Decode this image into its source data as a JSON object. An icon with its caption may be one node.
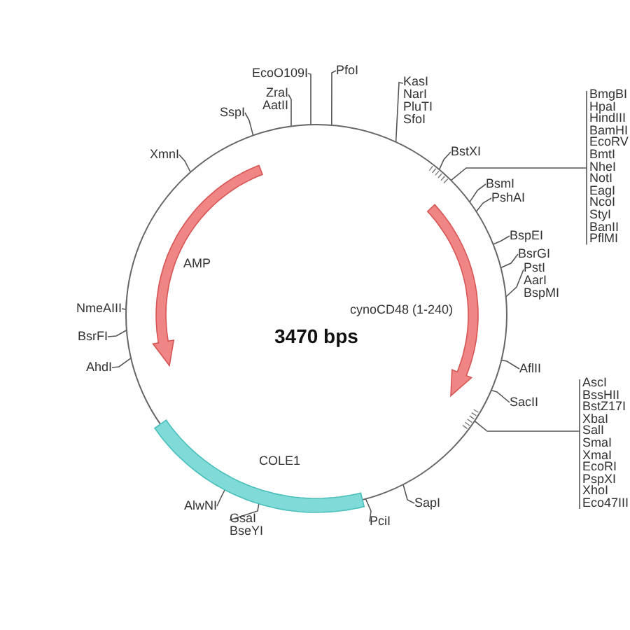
{
  "diagram": {
    "nodes": [
      {
        "text": [
          "3470 bps"
        ]
      },
      {
        "text": [
          "AMP"
        ],
        "in": 0
      },
      {
        "text": [
          "cynoCD48 (1-240)"
        ],
        "in": 0
      },
      {
        "text": [
          "COLE1"
        ],
        "in": 0
      },
      {
        "text": [
          "EcoO109I"
        ]
      },
      {
        "text": [
          "ZraI",
          "AatII"
        ]
      },
      {
        "text": [
          "PfoI"
        ]
      },
      {
        "text": [
          "KasI",
          "NarI",
          "PluTI",
          "SfoI"
        ]
      },
      {
        "text": [
          "BstXI"
        ]
      },
      {
        "text": [
          "BmgBI",
          "HpaI",
          "HindIII",
          "BamHI",
          "EcoRV",
          "BmtI",
          "NheI",
          "NotI",
          "EagI",
          "NcoI",
          "StyI",
          "BanII",
          "PflMI"
        ]
      },
      {
        "text": [
          "BsmI"
        ]
      },
      {
        "text": [
          "PshAI"
        ]
      },
      {
        "text": [
          "BspEI"
        ]
      },
      {
        "text": [
          "BsrGI"
        ]
      },
      {
        "text": [
          "PstI",
          "AarI",
          "BspMI"
        ]
      },
      {
        "text": [
          "AflII"
        ]
      },
      {
        "text": [
          "SacII"
        ]
      },
      {
        "text": [
          "AscI",
          "BssHII",
          "BstZ17I",
          "XbaI",
          "SalI",
          "SmaI",
          "XmaI",
          "EcoRI",
          "PspXI",
          "XhoI",
          "Eco47III"
        ]
      },
      {
        "text": [
          "SapI"
        ]
      },
      {
        "text": [
          "PciI"
        ]
      },
      {
        "text": [
          "GsaI",
          "BseYI"
        ]
      },
      {
        "text": [
          "AlwNI"
        ]
      },
      {
        "text": [
          "AhdI"
        ]
      },
      {
        "text": [
          "BsrFI"
        ]
      },
      {
        "text": [
          "NmeAIII"
        ]
      },
      {
        "text": [
          "XmnI"
        ]
      },
      {
        "text": [
          "SspI"
        ]
      }
    ],
    "edges": [
      {
        "from": 4,
        "to": 0,
        "arrow": "none"
      },
      {
        "from": 5,
        "to": 0,
        "arrow": "none"
      },
      {
        "from": 6,
        "to": 0,
        "arrow": "none"
      },
      {
        "from": 7,
        "to": 0,
        "arrow": "none"
      },
      {
        "from": 8,
        "to": 0,
        "arrow": "none"
      },
      {
        "from": 9,
        "to": 0,
        "arrow": "none"
      },
      {
        "from": 10,
        "to": 0,
        "arrow": "none"
      },
      {
        "from": 11,
        "to": 0,
        "arrow": "none"
      },
      {
        "from": 12,
        "to": 0,
        "arrow": "none"
      },
      {
        "from": 13,
        "to": 0,
        "arrow": "none"
      },
      {
        "from": 14,
        "to": 0,
        "arrow": "none"
      },
      {
        "from": 15,
        "to": 0,
        "arrow": "none"
      },
      {
        "from": 16,
        "to": 0,
        "arrow": "none"
      },
      {
        "from": 17,
        "to": 0,
        "arrow": "none"
      },
      {
        "from": 18,
        "to": 0,
        "arrow": "none"
      },
      {
        "from": 19,
        "to": 0,
        "arrow": "none"
      },
      {
        "from": 20,
        "to": 0,
        "arrow": "none"
      },
      {
        "from": 21,
        "to": 0,
        "arrow": "none"
      },
      {
        "from": 22,
        "to": 0,
        "arrow": "none"
      },
      {
        "from": 23,
        "to": 0,
        "arrow": "none"
      },
      {
        "from": 24,
        "to": 0,
        "arrow": "none"
      },
      {
        "from": 25,
        "to": 0,
        "arrow": "none"
      },
      {
        "from": 26,
        "to": 0,
        "arrow": "none"
      }
    ]
  }
}
